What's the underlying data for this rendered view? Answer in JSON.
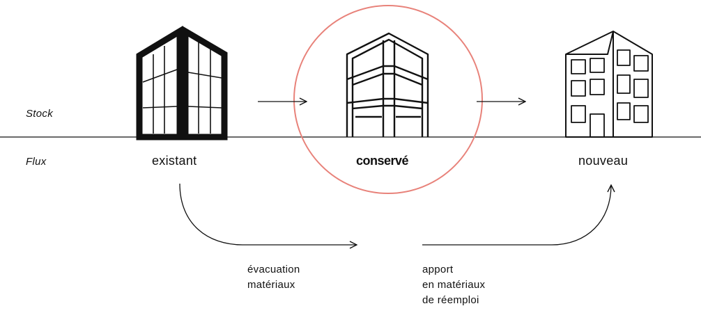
{
  "axis": {
    "stock_label": "Stock",
    "flux_label": "Flux"
  },
  "buildings": [
    {
      "name": "existant-building",
      "label": "existant"
    },
    {
      "name": "conserved-building",
      "label": "conservé"
    },
    {
      "name": "new-building",
      "label": "nouveau"
    }
  ],
  "flows": {
    "out_lines": [
      "évacuation",
      "matériaux"
    ],
    "in_lines": [
      "apport",
      "en matériaux",
      "de réemploi"
    ]
  },
  "colors": {
    "ink": "#111111",
    "highlight_circle": "#e8827a"
  },
  "icons": [
    "building-icon",
    "arrow-right-icon",
    "curved-arrow-icon"
  ]
}
